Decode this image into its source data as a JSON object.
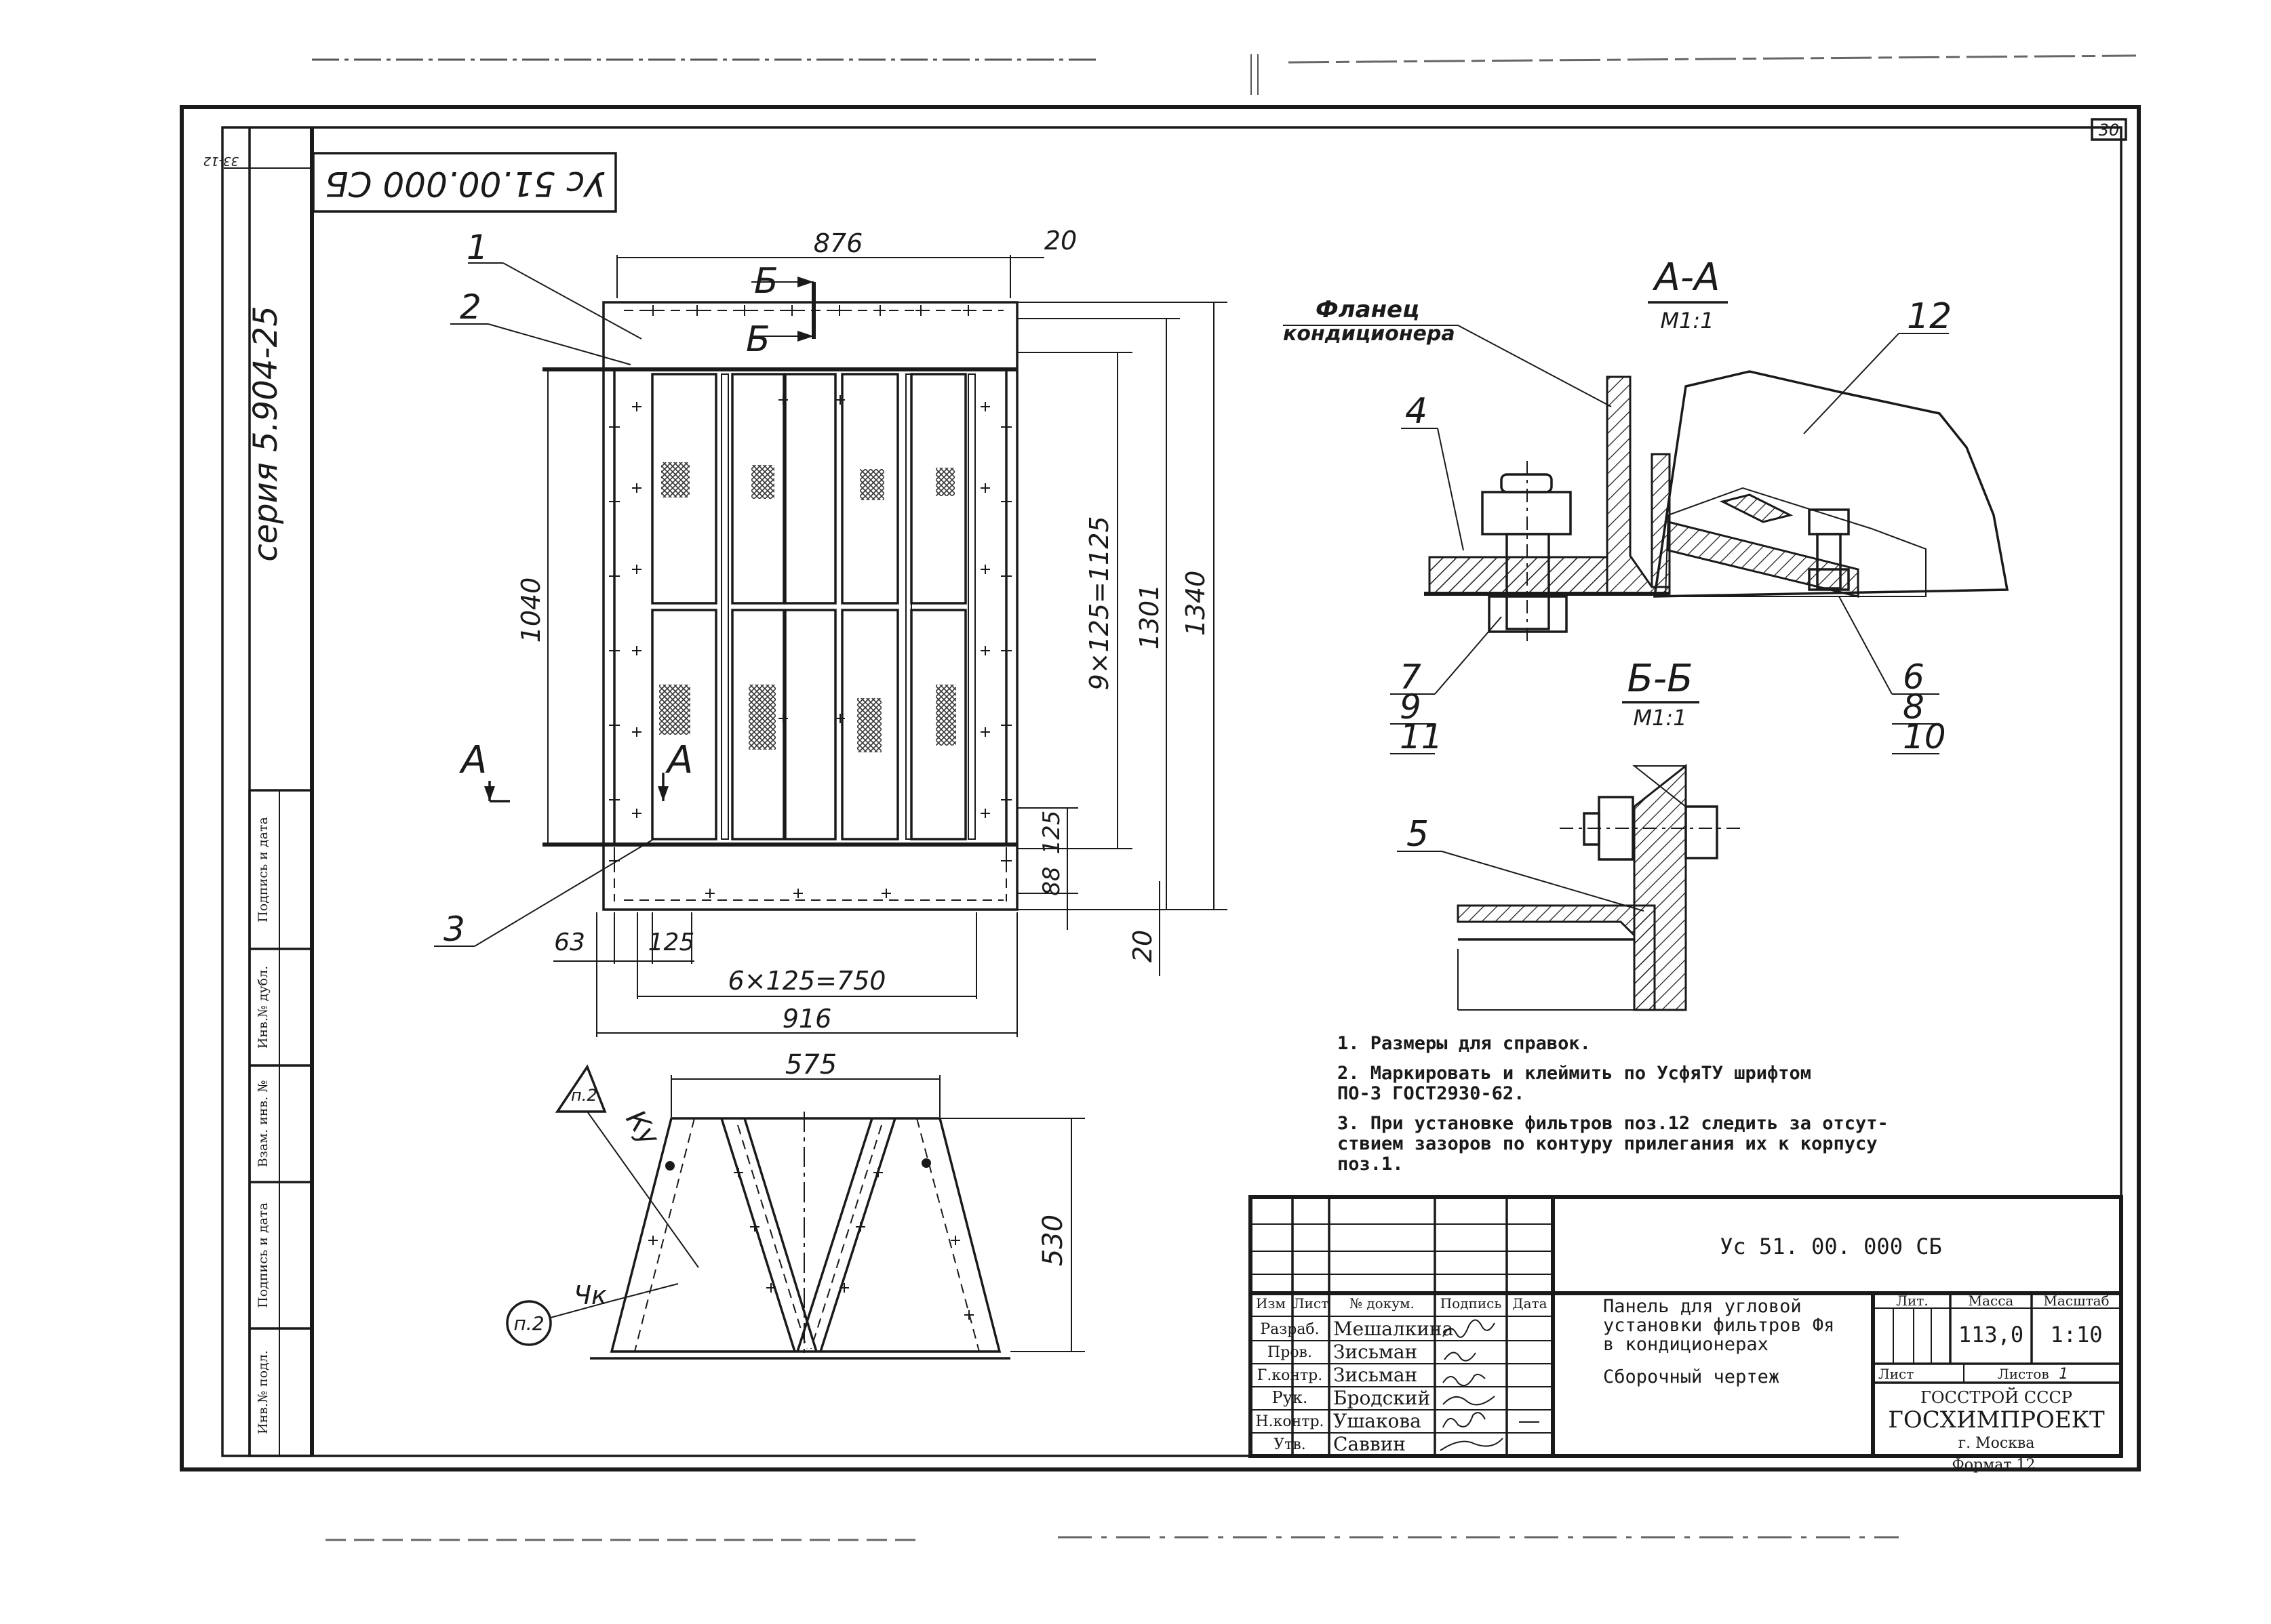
{
  "header": {
    "sheet_code": "Ус 51.00.000 СБ",
    "series": "серия 5.904-25",
    "sheet_number": "30",
    "corner_mark": "33-12"
  },
  "plan_view": {
    "positions": [
      "1",
      "2",
      "3"
    ],
    "section_marks": [
      "Б",
      "Б",
      "А",
      "А"
    ],
    "dims": {
      "top_width": "876",
      "top_gap": "20",
      "height_1040": "1040",
      "pitch_v": "9×125=1125",
      "height_1301": "1301",
      "height_1340": "1340",
      "bottom_125": "125",
      "bottom_88": "88",
      "bottom_20": "20",
      "left_63": "63",
      "left_125": "125",
      "pitch_h": "6×125=750",
      "width_916": "916"
    }
  },
  "side_view": {
    "dims": {
      "top_width": "575",
      "height": "530"
    },
    "weld_marks": [
      "п.2",
      "Ку",
      "Чк",
      "п.2"
    ]
  },
  "section_aa": {
    "title": "А-А",
    "scale": "М1:1",
    "flange_label_1": "Фланец",
    "flange_label_2": "кондиционера",
    "positions_left": [
      "4",
      "7",
      "9",
      "11"
    ],
    "positions_right": [
      "12",
      "6",
      "8",
      "10"
    ]
  },
  "section_bb": {
    "title": "Б-Б",
    "scale": "М1:1",
    "position": "5"
  },
  "notes": [
    "1. Размеры для справок.",
    "2. Маркировать и клеймить по УсфяТУ шрифтом",
    "    ПО-3 ГОСТ2930-62.",
    "3. При установке фильтров поз.12 следить за отсут-",
    "    ствием зазоров по контуру прилегания их к корпусу",
    "    поз.1."
  ],
  "title_block": {
    "doc_code": "Ус 51. 00. 000 СБ",
    "name_lines": [
      "Панель для угловой",
      "установки фильтров Фя",
      "в кондиционерах"
    ],
    "doc_type": "Сборочный чертеж",
    "col_headers": [
      "Изм",
      "Лист",
      "№ докум.",
      "Подпись",
      "Дата"
    ],
    "roles": [
      {
        "role": "Разраб.",
        "name": "Мешалкина"
      },
      {
        "role": "Пров.",
        "name": "Зисьман"
      },
      {
        "role": "Г.контр.",
        "name": "Зисьман"
      },
      {
        "role": "Рук.",
        "name": "Бродский"
      },
      {
        "role": "Н.контр.",
        "name": "Ушакова"
      },
      {
        "role": "Утв.",
        "name": "Саввин"
      }
    ],
    "lit_header": "Лит.",
    "mass_header": "Масса",
    "scale_header": "Масштаб",
    "mass": "113,0",
    "scale": "1:10",
    "sheet_label": "Лист",
    "sheets_label": "Листов",
    "sheets_value": "1",
    "org_1": "ГОССТРОЙ СССР",
    "org_2": "ГОСХИМПРОЕКТ",
    "org_3": "г. Москва",
    "format": "Формат 12"
  },
  "left_strip": {
    "labels": [
      "Подпись и дата",
      "Инв.№ дубл.",
      "Взам. инв. №",
      "Подпись и дата",
      "Инв.№ подл."
    ]
  }
}
